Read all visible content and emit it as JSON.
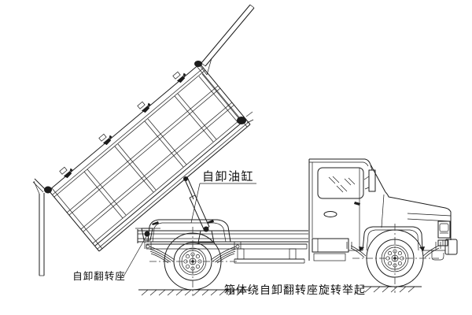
{
  "diagram": {
    "kind": "dump-truck-tipping-schematic",
    "labels": {
      "hydraulic_cylinder": "自卸油缸",
      "tipping_seat": "自卸翻转座"
    },
    "caption": "箱体绕自卸翻转座旋转举起",
    "colors": {
      "line": "#1c1c1c",
      "background": "#ffffff",
      "centerline": "#3a3a3a"
    }
  }
}
